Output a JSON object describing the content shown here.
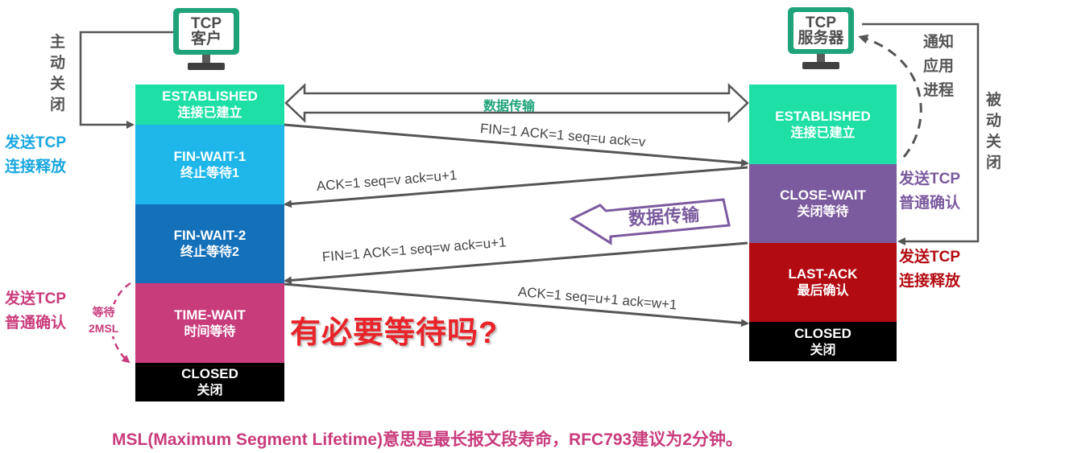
{
  "client": {
    "line1": "TCP",
    "line2": "客户",
    "states": [
      {
        "en": "ESTABLISHED",
        "zh": "连接已建立",
        "color": "#1ee0a6"
      },
      {
        "en": "FIN-WAIT-1",
        "zh": "终止等待1",
        "color": "#1fb7ea"
      },
      {
        "en": "FIN-WAIT-2",
        "zh": "终止等待2",
        "color": "#1470b9"
      },
      {
        "en": "TIME-WAIT",
        "zh": "时间等待",
        "color": "#c93c7c"
      },
      {
        "en": "CLOSED",
        "zh": "关闭",
        "color": "#000000"
      }
    ]
  },
  "server": {
    "line1": "TCP",
    "line2": "服务器",
    "states": [
      {
        "en": "ESTABLISHED",
        "zh": "连接已建立",
        "color": "#1ee0a6"
      },
      {
        "en": "CLOSE-WAIT",
        "zh": "关闭等待",
        "color": "#7b5a9e"
      },
      {
        "en": "LAST-ACK",
        "zh": "最后确认",
        "color": "#b30b12"
      },
      {
        "en": "CLOSED",
        "zh": "关闭",
        "color": "#000000"
      }
    ]
  },
  "labels": {
    "active_close": [
      "主",
      "动",
      "关",
      "闭"
    ],
    "passive_close": [
      "被",
      "动",
      "关",
      "闭"
    ],
    "notify_app": [
      "通知",
      "应用",
      "进程"
    ],
    "client_send_release": [
      "发送TCP",
      "连接释放"
    ],
    "client_send_ack": [
      "发送TCP",
      "普通确认"
    ],
    "wait_2msl": [
      "等待",
      "2MSL"
    ],
    "server_send_ack": [
      "发送TCP",
      "普通确认"
    ],
    "server_send_release": [
      "发送TCP",
      "连接释放"
    ],
    "data_transfer_top": "数据传输",
    "data_transfer_mid": "数据传输",
    "question": "有必要等待吗?",
    "footnote": "MSL(Maximum Segment Lifetime)意思是最长报文段寿命，RFC793建议为2分钟。"
  },
  "messages": {
    "fin1": "FIN=1   ACK=1   seq=u   ack=v",
    "ack1": "ACK=1   seq=v   ack=u+1",
    "fin2": "FIN=1   ACK=1      seq=w   ack=u+1",
    "ack2": "ACK=1   seq=u+1   ack=w+1"
  },
  "colors": {
    "client_label": "#1aa7e0",
    "client_ack_label": "#c93c7c",
    "server_ack_label": "#7b5a9e",
    "server_release_label": "#b30b12",
    "question": "#e8242a",
    "footnote": "#c93c7c",
    "data_green": "#1fa37a",
    "data_purple": "#7b5a9e"
  }
}
